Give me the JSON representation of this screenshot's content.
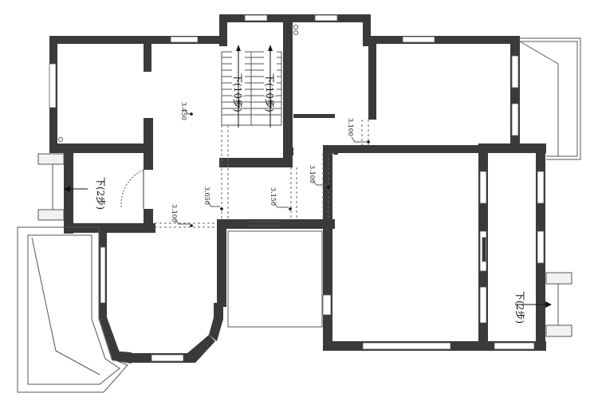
{
  "stair_labels": {
    "left": "下(10步)",
    "right": "下(10步)"
  },
  "step_labels": {
    "west": "下(2步)",
    "east": "下(2步)"
  },
  "levels": {
    "main_hall": "3.450",
    "upper_right": "3.100",
    "mid_right": "3.100",
    "corridor_a": "3.050",
    "corridor_b": "3.150",
    "entry": "3.100"
  },
  "colors": {
    "wall": "#3a3a3a",
    "line": "#555555",
    "background": "#ffffff"
  }
}
